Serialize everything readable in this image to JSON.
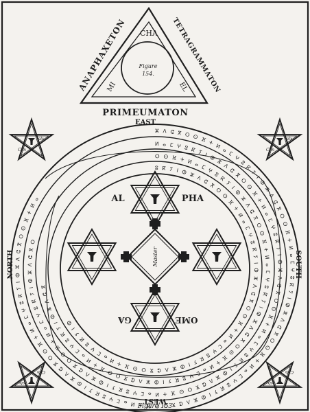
{
  "triangle": {
    "left_side": "ANAPHAXETON",
    "right_side": "TETRAGRAMMATON",
    "inner_top": "CHA",
    "inner_left": "MI",
    "inner_right": "EL",
    "figure_label": "Figure",
    "figure_number": "154."
  },
  "headings": {
    "title": "PRIMEUMATON",
    "east": "EAST",
    "north": "NORTH",
    "south": "SOUTH",
    "west": "WEST"
  },
  "hexagrams": {
    "top": {
      "left": "AL",
      "right": "PHA"
    },
    "bottom": {
      "left": "OME",
      "right": "GA"
    },
    "center": {
      "label": "Master"
    }
  },
  "pentagrams": {
    "label": "Con",
    "label2": "alx"
  },
  "footer": {
    "figure_caption": "Figure 153"
  }
}
